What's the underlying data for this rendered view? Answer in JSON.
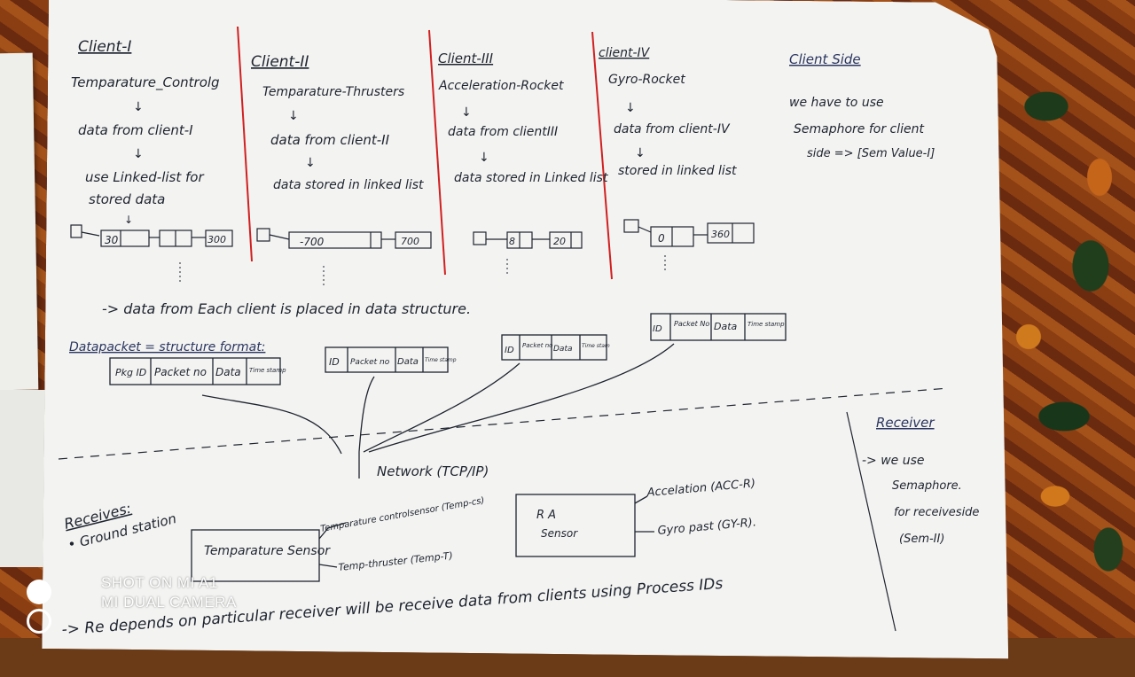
{
  "watermark": {
    "line1": "SHOT ON MI A1",
    "line2": "MI DUAL CAMERA"
  },
  "clients": [
    {
      "title": "Client-I",
      "device": "Temparature_Controlg",
      "step1": "data from client-I",
      "step2": "use Linked-list for",
      "step3": "stored data",
      "list_values": [
        "30",
        "300"
      ]
    },
    {
      "title": "Client-II",
      "device": "Temparature-Thrusters",
      "step1": "data from client-II",
      "step2": "data stored in linked list",
      "list_values": [
        "-700",
        "700"
      ]
    },
    {
      "title": "Client-III",
      "device": "Acceleration-Rocket",
      "step1": "data from clientIII",
      "step2": "data stored in Linked list",
      "list_values": [
        "8",
        "20"
      ]
    },
    {
      "title": "client-IV",
      "device": "Gyro-Rocket",
      "step1": "data from client-IV",
      "step2": "stored in linked list",
      "list_values": [
        "0",
        "360"
      ]
    }
  ],
  "client_side": {
    "title": "Client Side",
    "line1": "we have to use",
    "line2": "Semaphore for client",
    "line3": "side => [Sem Value-I]"
  },
  "placed_note": "-> data from Each client is placed in data structure.",
  "packet_format": {
    "title": "Datapacket = structure format:",
    "boxes": [
      [
        "Pkg ID",
        "Packet no",
        "Data",
        "Time stamp"
      ],
      [
        "ID",
        "Packet no",
        "Data",
        "Time stamp"
      ],
      [
        "ID",
        "Packet no",
        "Data",
        "Time stam"
      ],
      [
        "ID",
        "Packet No",
        "Data",
        "Time stamp"
      ]
    ]
  },
  "network": "Network (TCP/IP)",
  "receiver_side": {
    "title": "Receiver",
    "line1": "-> we use",
    "line2": "Semaphore.",
    "line3": "for receiveside",
    "line4": "(Sem-II)"
  },
  "ground": {
    "title": "Receives:",
    "subtitle": "• Ground station",
    "temp_sensor": "Temparature Sensor",
    "temp_cs": "Temparature controlsensor (Temp-cs)",
    "temp_t": "Temp-thruster (Temp-T)",
    "ra_sensor_1": "R A",
    "ra_sensor_2": "Sensor",
    "acc": "Accelation (ACC-R)",
    "gyro": "Gyro past (GY-R)."
  },
  "bottom_note": "-> Re depends on particular receiver will be receive data from clients using Process IDs",
  "colors": {
    "ink": "#1e2430",
    "red_line": "#d02020",
    "paper": "#f3f3f1"
  }
}
